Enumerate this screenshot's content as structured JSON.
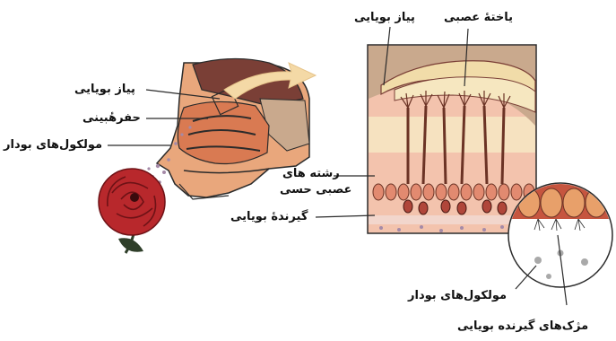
{
  "labels": {
    "left_olfactory_bulb": "پیاز بویایی",
    "nasal_cavity": "حفرهٔبینی",
    "left_odor_molecules": "مولکول‌های بودار",
    "right_olfactory_bulb": "پیاز بویایی",
    "nerve_tissue": "یاختهٔ عصبی",
    "sensory_fibers_line1": "رشته های",
    "sensory_fibers_line2": "عصبی حسی",
    "olfactory_receptor": "گیرندهٔ بویایی",
    "bottom_odor_molecules": "مولکول‌های بودار",
    "receptor_cilia": "مژک‌های گیرنده بویایی"
  },
  "colors": {
    "outline": "#2b2b2b",
    "skin": "#e9a77c",
    "bone": "#c9a98d",
    "cavity": "#d97a52",
    "bulb_dark": "#7a3f36",
    "bulb_light": "#f1dca9",
    "tissue_pink": "#f3c3ad",
    "receptor_red": "#b0463a",
    "nerve_brown": "#6b3325",
    "arrow": "#f4d9a6",
    "molecule": "#a58aa8",
    "rose": "#b8282c",
    "leaf": "#2f3f2a"
  }
}
